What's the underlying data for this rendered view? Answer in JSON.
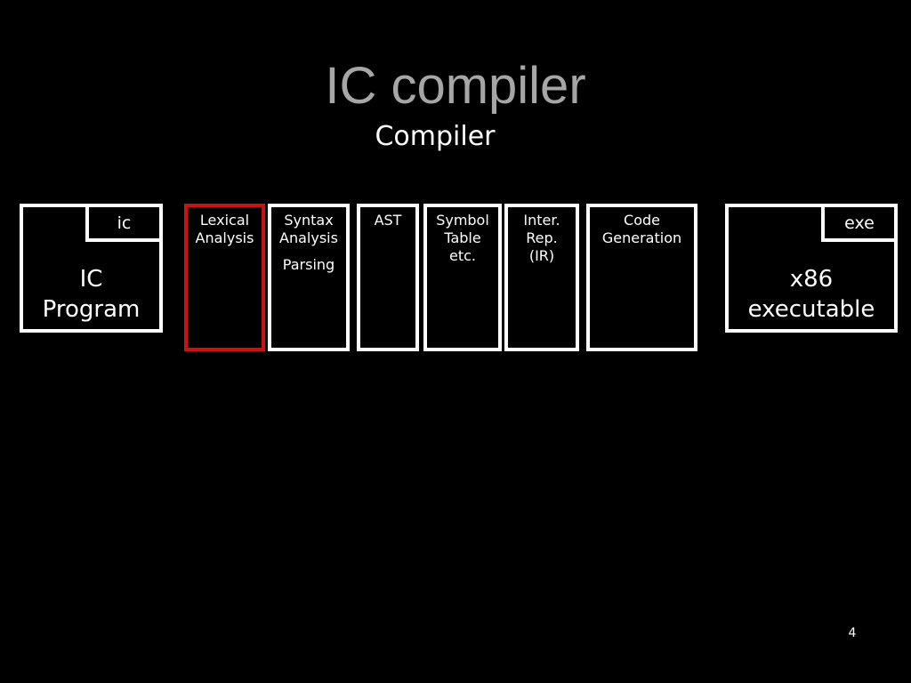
{
  "title": "IC compiler",
  "subtitle": "Compiler",
  "input_file": {
    "tag": "ic",
    "label_lines": [
      "IC",
      "Program"
    ]
  },
  "output_file": {
    "tag": "exe",
    "label_lines": [
      "x86",
      "executable"
    ]
  },
  "stages": [
    {
      "lines": [
        "Lexical",
        "Analysis"
      ],
      "extra": "",
      "highlighted": true
    },
    {
      "lines": [
        "Syntax",
        "Analysis"
      ],
      "extra": "Parsing",
      "highlighted": false
    },
    {
      "lines": [
        "AST"
      ],
      "extra": "",
      "highlighted": false
    },
    {
      "lines": [
        "Symbol",
        "Table",
        "etc."
      ],
      "extra": "",
      "highlighted": false
    },
    {
      "lines": [
        "Inter.",
        "Rep.",
        "(IR)"
      ],
      "extra": "",
      "highlighted": false
    },
    {
      "lines": [
        "Code",
        "Generation"
      ],
      "extra": "",
      "highlighted": false
    }
  ],
  "colors": {
    "background": "#000000",
    "title": "#a6a6a6",
    "text": "#ffffff",
    "highlight_border": "#cc1111"
  },
  "page_number": "4"
}
